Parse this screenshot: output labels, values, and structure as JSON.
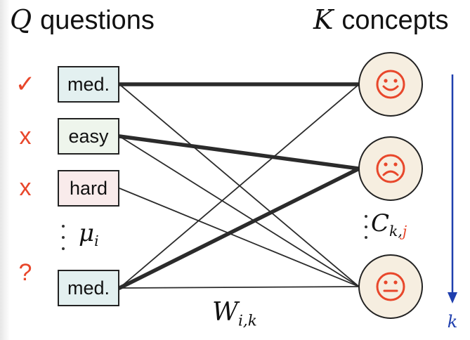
{
  "header": {
    "questions_var": "Q",
    "questions_label": "questions",
    "concepts_var": "K",
    "concepts_label": "concepts"
  },
  "questions": [
    {
      "label": "med.",
      "difficulty": "med",
      "mark": "✓"
    },
    {
      "label": "easy",
      "difficulty": "easy",
      "mark": "x"
    },
    {
      "label": "hard",
      "difficulty": "hard",
      "mark": "x"
    },
    {
      "label": "med.",
      "difficulty": "med",
      "mark": "?"
    }
  ],
  "concepts": [
    {
      "face": "happy"
    },
    {
      "face": "sad"
    },
    {
      "face": "neutral"
    }
  ],
  "edges": [
    {
      "from": 0,
      "to": 0,
      "weight": "strong"
    },
    {
      "from": 0,
      "to": 2,
      "weight": "weak"
    },
    {
      "from": 1,
      "to": 1,
      "weight": "strong"
    },
    {
      "from": 1,
      "to": 2,
      "weight": "weak"
    },
    {
      "from": 2,
      "to": 2,
      "weight": "weak"
    },
    {
      "from": 3,
      "to": 0,
      "weight": "weak"
    },
    {
      "from": 3,
      "to": 1,
      "weight": "strong"
    },
    {
      "from": 3,
      "to": 2,
      "weight": "weak"
    }
  ],
  "math": {
    "mu_symbol": "μ",
    "mu_sub": "i",
    "c_symbol": "C",
    "c_sub_k": "k,",
    "c_sub_j": "j",
    "w_symbol": "W",
    "w_sub": "i,k",
    "arrow_label": "k"
  },
  "colors": {
    "mark_red": "#e8472b",
    "arrow_blue": "#1f3fae",
    "concept_fill": "#f6eee0",
    "med_fill": "#e3f0f0",
    "easy_fill": "#eef5ec",
    "hard_fill": "#f9ebeb"
  }
}
